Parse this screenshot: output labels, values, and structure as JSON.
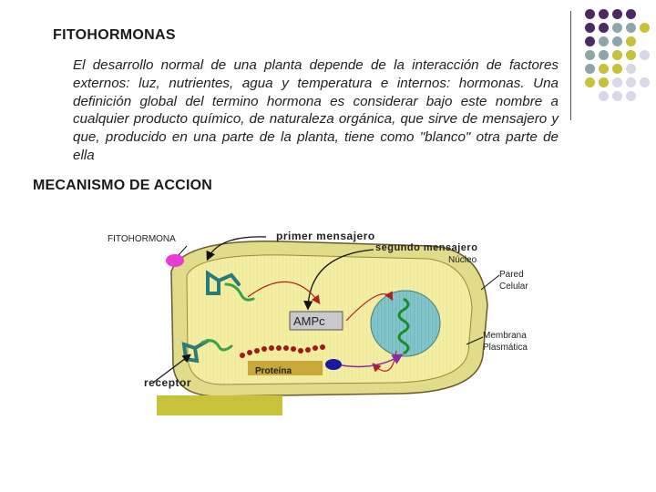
{
  "slide": {
    "title": "FITOHORMONAS",
    "paragraph": "El desarrollo normal de una planta depende de la interacción de factores externos: luz, nutrientes, agua y temperatura e internos: hormonas. Una definición global del termino hormona es considerar bajo este nombre a cualquier producto químico, de naturaleza orgánica, que sirve de mensajero y que, producido en una parte de la planta, tiene como \"blanco\" otra parte de ella",
    "section_title": "MECANISMO DE ACCION"
  },
  "diagram": {
    "fitohormona_label": "FITOHORMONA",
    "primer_mensajero": "primer mensajero",
    "segundo_mensajero": "segundo mensajero",
    "nucleo": "Núcleo",
    "pared_celular": "Pared Celular",
    "ampc": "AMPc",
    "membrana": "Membrana Plasmática",
    "proteina": "Proteína",
    "receptor": "receptor"
  },
  "decor": {
    "colors": {
      "purple": "#4b2a63",
      "teal": "#8fa6a8",
      "olive": "#c8c13a",
      "lavender": "#d8d8e6",
      "cell_fill": "#f6f2a6",
      "nucleus": "#7fc4c8",
      "hormone": "#e83ad6"
    }
  }
}
